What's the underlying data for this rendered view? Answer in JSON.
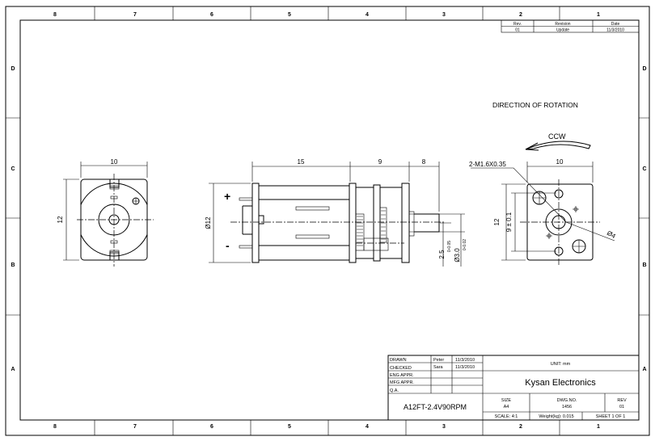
{
  "border": {
    "columns": [
      "8",
      "7",
      "6",
      "5",
      "4",
      "3",
      "2",
      "1"
    ],
    "rows": [
      "D",
      "C",
      "B",
      "A"
    ]
  },
  "revision_table": {
    "headers": [
      "Rev.",
      "Revision",
      "Date"
    ],
    "rows": [
      [
        "01",
        "Update",
        "11/3/2010"
      ]
    ]
  },
  "notes": {
    "direction_label": "DIRECTION  OF  ROTATION",
    "rotation": "CCW"
  },
  "dimensions": {
    "left_width": "10",
    "left_height": "12",
    "motor_length": "15",
    "gearbox_length": "9",
    "shaft_length": "8",
    "body_diameter": "Ø12",
    "plus": "+",
    "minus": "-",
    "flat_dim": "2.5",
    "flat_tol": "0-0.05",
    "shaft_dim": "Ø3.0",
    "shaft_tol": "0-0.02",
    "thread": "2-M1.6X0.35",
    "right_width": "10",
    "right_height": "12",
    "hole_spacing": "9 ± 0.1",
    "boss_diameter": "Ø4"
  },
  "title_block": {
    "drawn_label": "DRAWN",
    "drawn_by": "Peter",
    "drawn_date": "11/3/2010",
    "checked_label": "CHECKED",
    "checked_by": "Sara",
    "checked_date": "11/3/2010",
    "eng_label": "ENG APPR.",
    "mfg_label": "MFG APPR.",
    "qa_label": "Q.A.",
    "unit": "UNIT: mm",
    "company": "Kysan Electronics",
    "part_name": "A12FT-2.4V90RPM",
    "size_label": "SIZE",
    "size": "A4",
    "dwg_label": "DWG.NO.",
    "dwg_no": "1456",
    "rev_label": "REV",
    "rev": "01",
    "scale": "SCALE: 4:1",
    "weight": "Weight(kg): 0.015",
    "sheet": "SHEET 1 OF 1"
  }
}
